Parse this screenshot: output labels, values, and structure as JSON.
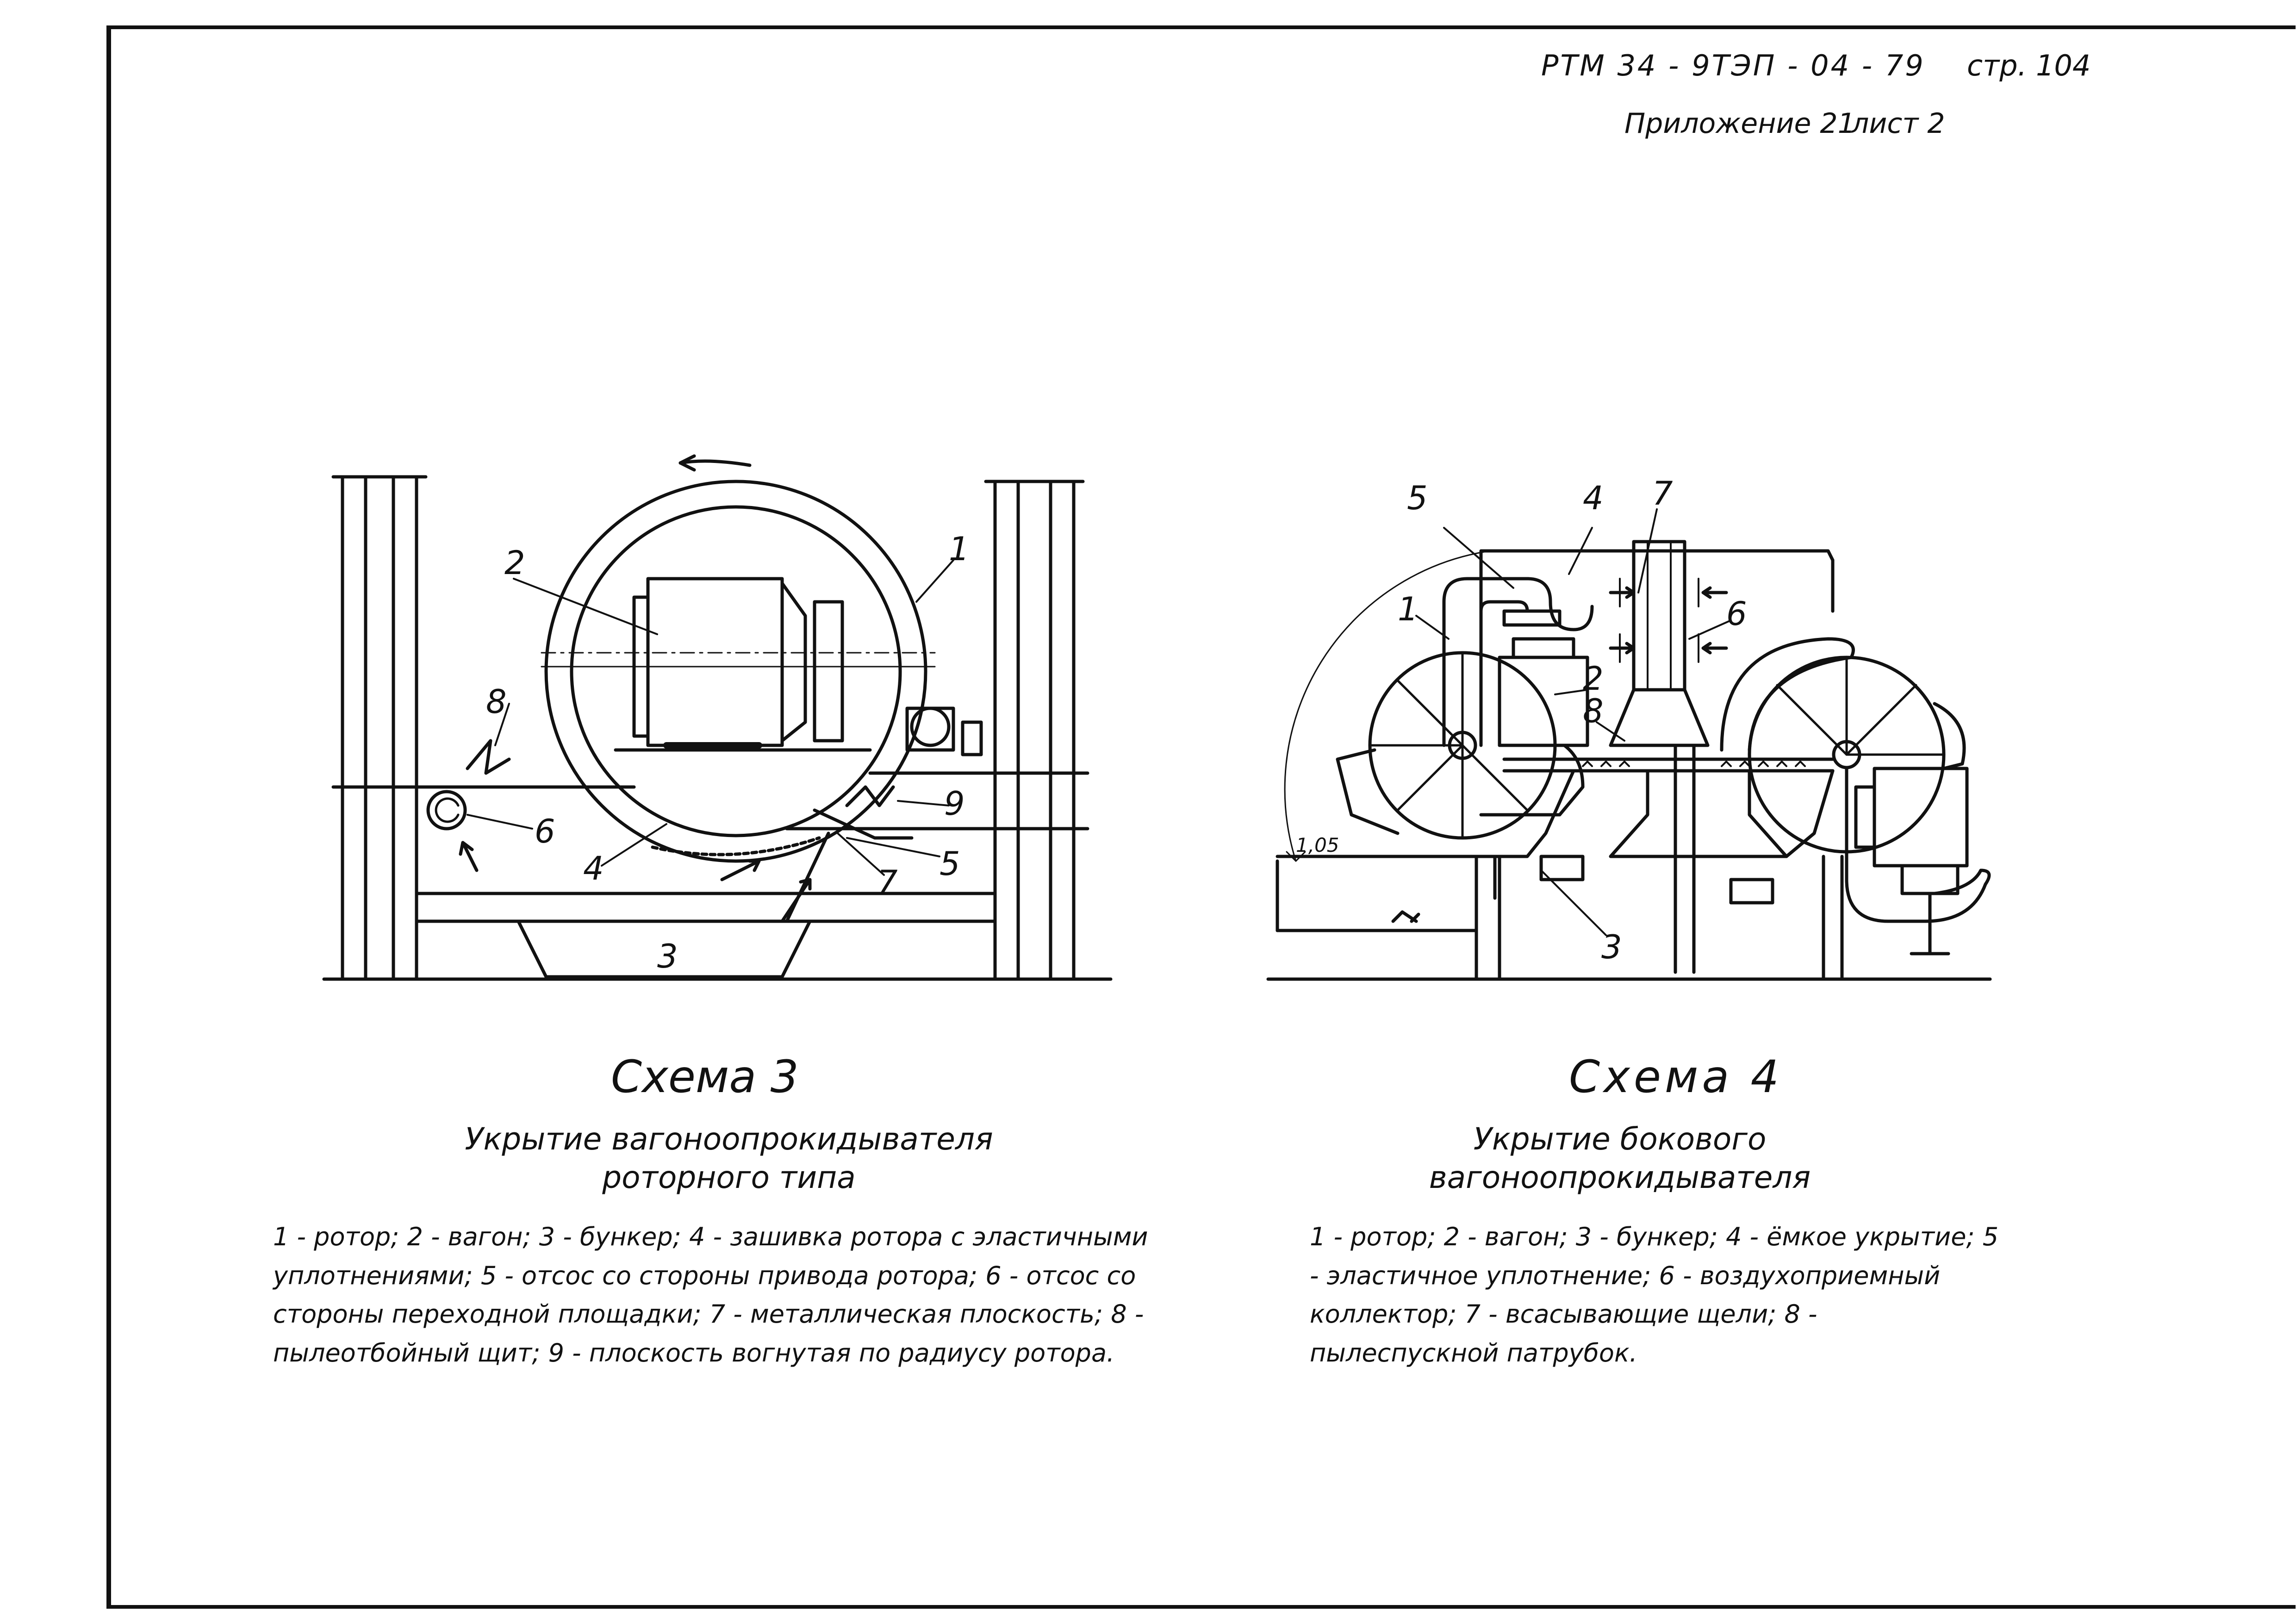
{
  "header": {
    "doc_code": "РТМ 34 - 9ТЭП - 04 - 79",
    "page": "стр. 104",
    "appendix": "Приложение  21",
    "sheet": "лист  2"
  },
  "scheme3": {
    "title": "Схема 3",
    "subtitle": "Укрытие вагоноопрокидывателя роторного типа",
    "legend": "1 - ротор;  2 - вагон;  3 - бункер;  4 - зашивка ротора с эластичными уплотнениями;  5 - отсос со стороны привода ротора;  6 - отсос со стороны переходной площадки;  7 - металлическая плоскость;  8 - пылеотбойный щит;  9 - плоскость вогнутая по радиусу ротора.",
    "labels": [
      "1",
      "2",
      "3",
      "4",
      "5",
      "6",
      "7",
      "8",
      "9"
    ]
  },
  "scheme4": {
    "title": "Схема 4",
    "subtitle": "Укрытие бокового вагоноопрокидывателя",
    "legend": "1 - ротор;  2 - вагон;  3 - бункер;  4 - ёмкое укрытие;  5 - эластичное уплотнение;  6 - воздухоприемный коллектор;  7 - всасывающие щели;  8 - пылеспускной патрубок.",
    "labels": [
      "1",
      "2",
      "3",
      "4",
      "5",
      "6",
      "7",
      "8"
    ],
    "dimension": "1,05"
  }
}
